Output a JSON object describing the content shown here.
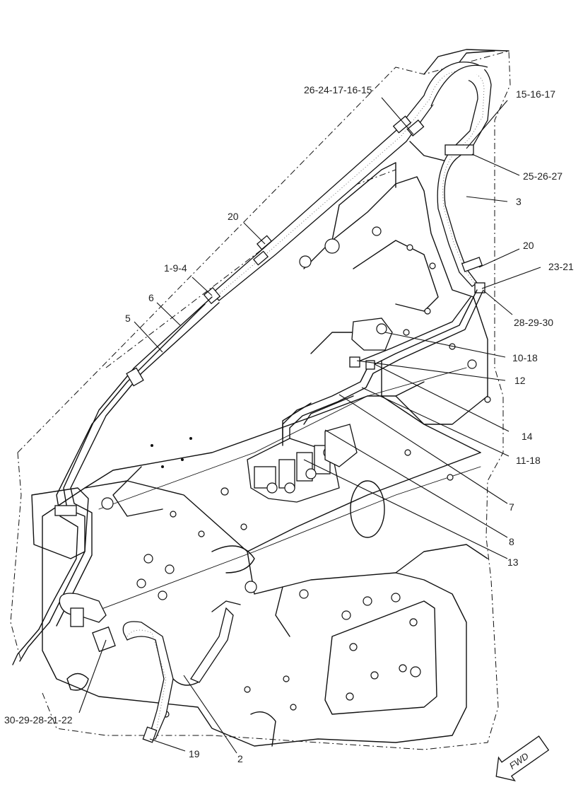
{
  "callouts": [
    {
      "id": "c-26-24-17-16-15",
      "text": "26-24-17-16-15"
    },
    {
      "id": "c-15-16-17",
      "text": "15-16-17"
    },
    {
      "id": "c-25-26-27",
      "text": "25-26-27"
    },
    {
      "id": "c-3",
      "text": "3"
    },
    {
      "id": "c-20-top",
      "text": "20"
    },
    {
      "id": "c-20-right",
      "text": "20"
    },
    {
      "id": "c-23-21",
      "text": "23-21"
    },
    {
      "id": "c-1-9-4",
      "text": "1-9-4"
    },
    {
      "id": "c-6",
      "text": "6"
    },
    {
      "id": "c-5",
      "text": "5"
    },
    {
      "id": "c-28-29-30",
      "text": "28-29-30"
    },
    {
      "id": "c-10-18",
      "text": "10-18"
    },
    {
      "id": "c-12",
      "text": "12"
    },
    {
      "id": "c-14",
      "text": "14"
    },
    {
      "id": "c-11-18",
      "text": "11-18"
    },
    {
      "id": "c-7",
      "text": "7"
    },
    {
      "id": "c-8",
      "text": "8"
    },
    {
      "id": "c-13",
      "text": "13"
    },
    {
      "id": "c-30-29-28-21-22",
      "text": "30-29-28-21-22"
    },
    {
      "id": "c-19",
      "text": "19"
    },
    {
      "id": "c-2",
      "text": "2"
    }
  ],
  "fwd_label": "FWD"
}
